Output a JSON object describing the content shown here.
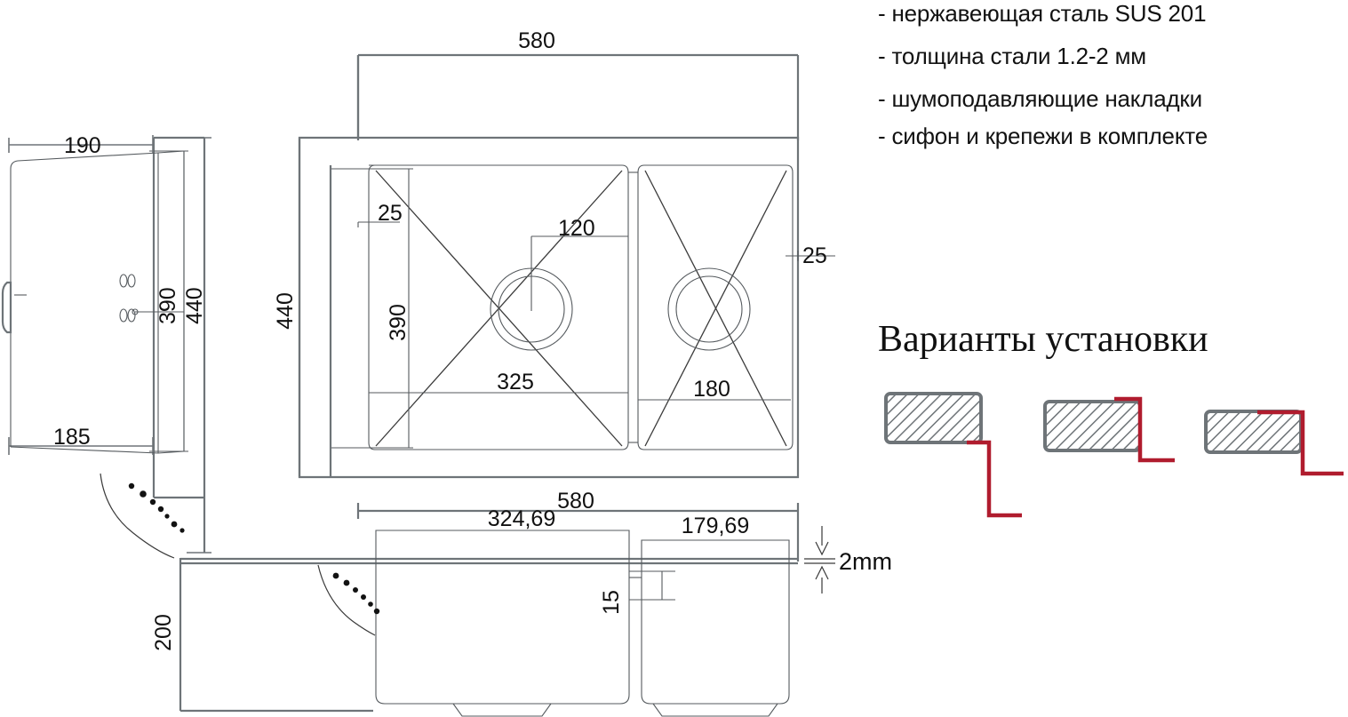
{
  "features": {
    "items": [
      "- нержавеющая сталь SUS 201",
      "- толщина стали 1.2-2 мм",
      "- шумоподавляющие накладки",
      "- сифон и крепежи в комплекте"
    ]
  },
  "variants": {
    "title": "Варианты установки",
    "count": 3,
    "accent_color": "#b01c2e",
    "box_color": "#6e7478"
  },
  "colors": {
    "line": "#6e7478",
    "thin_line": "#3a3a3a",
    "text": "#111111",
    "accent_red": "#b01c2e",
    "background": "#ffffff"
  },
  "side_view": {
    "dims": {
      "width_top": "190",
      "width_bottom": "185",
      "height_inner": "390",
      "height_outer": "440"
    }
  },
  "top_view": {
    "dims": {
      "overall_width": "580",
      "overall_depth": "440",
      "rim_left": "25",
      "rim_right": "25",
      "drain_offset": "120",
      "left_bowl_depth": "390",
      "left_bowl_width": "325",
      "right_bowl_width": "180"
    }
  },
  "front_view": {
    "dims": {
      "overall_width": "580",
      "left_bowl_width": "324,69",
      "right_bowl_width": "179,69",
      "step": "15",
      "thickness": "2mm",
      "depth": "200"
    }
  }
}
